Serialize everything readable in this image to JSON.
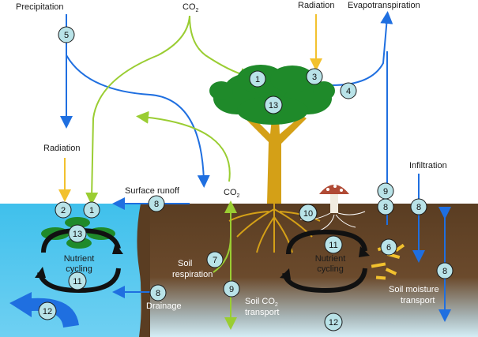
{
  "labels": {
    "precipitation": "Precipitation",
    "co2_top": "CO",
    "co2_top_sub": "2",
    "radiation_top": "Radiation",
    "evapotranspiration": "Evapotranspiration",
    "radiation_left": "Radiation",
    "infiltration": "Infiltration",
    "surface_runoff": "Surface runoff",
    "co2_mid": "CO",
    "co2_mid_sub": "2",
    "soil_respiration_1": "Soil",
    "soil_respiration_2": "respiration",
    "soil_co2_1": "Soil CO",
    "soil_co2_sub": "2",
    "soil_co2_2": "transport",
    "drainage": "Drainage",
    "soil_moisture_1": "Soil moisture",
    "soil_moisture_2": "transport",
    "nutrient_left_1": "Nutrient",
    "nutrient_left_2": "cycling",
    "nutrient_right_1": "Nutrient",
    "nutrient_right_2": "cycling"
  },
  "badges": {
    "b5": "5",
    "b1_tree": "1",
    "b3": "3",
    "b4": "4",
    "b13_tree": "13",
    "b2_water": "2",
    "b1_water": "1",
    "b13_water": "13",
    "b8_runoff": "8",
    "b9_right": "9",
    "b8_right": "8",
    "b8_infil": "8",
    "b10": "10",
    "b11_right": "11",
    "b6": "6",
    "b7": "7",
    "b9_soil": "9",
    "b11_left": "11",
    "b8_drain": "8",
    "b12_left": "12",
    "b12_bottom": "12",
    "b8_moisture": "8"
  },
  "colors": {
    "water": "#3fc0ec",
    "soil_top": "#5a3d22",
    "soil_bottom": "#cfeaf3",
    "tree_canopy": "#1f8a2a",
    "trunk": "#d4a017",
    "arrow_blue": "#1f6fe0",
    "arrow_green": "#9acd32",
    "arrow_yellow": "#f2c12e",
    "badge_fill": "#b9e3e8"
  }
}
